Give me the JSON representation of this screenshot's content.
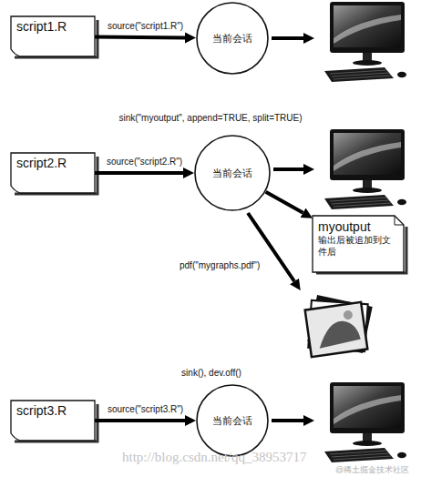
{
  "diagram": {
    "nodes": [
      {
        "text": [
          "script1.R"
        ]
      },
      {
        "text": [
          "当前会话"
        ]
      },
      {
        "text": [
          "script2.R"
        ]
      },
      {
        "text": [
          "当前会话"
        ]
      },
      {
        "text": [
          "myoutput",
          "输出后被追加到文件后"
        ]
      },
      {
        "text": [
          "script3.R"
        ]
      },
      {
        "text": [
          "当前会话"
        ]
      }
    ],
    "edges": [
      {
        "from": 0,
        "to": 1,
        "arrow": "to",
        "label": "source(\"script1.R\")"
      },
      {
        "from": 2,
        "to": 3,
        "arrow": "to",
        "label": "source(\"script2.R\")"
      },
      {
        "from": 3,
        "to": 4,
        "arrow": "to"
      },
      {
        "from": 5,
        "to": 6,
        "arrow": "to",
        "label": "source(\"script3.R\")"
      }
    ],
    "labels": [
      "sink(\"myoutput\", append=TRUE, split=TRUE)",
      "pdf(\"mygraphs.pdf\")",
      "sink(), dev.off()",
      "http://blog.csdn.net/qq_38953717",
      "@稀土掘金技术社区"
    ]
  }
}
